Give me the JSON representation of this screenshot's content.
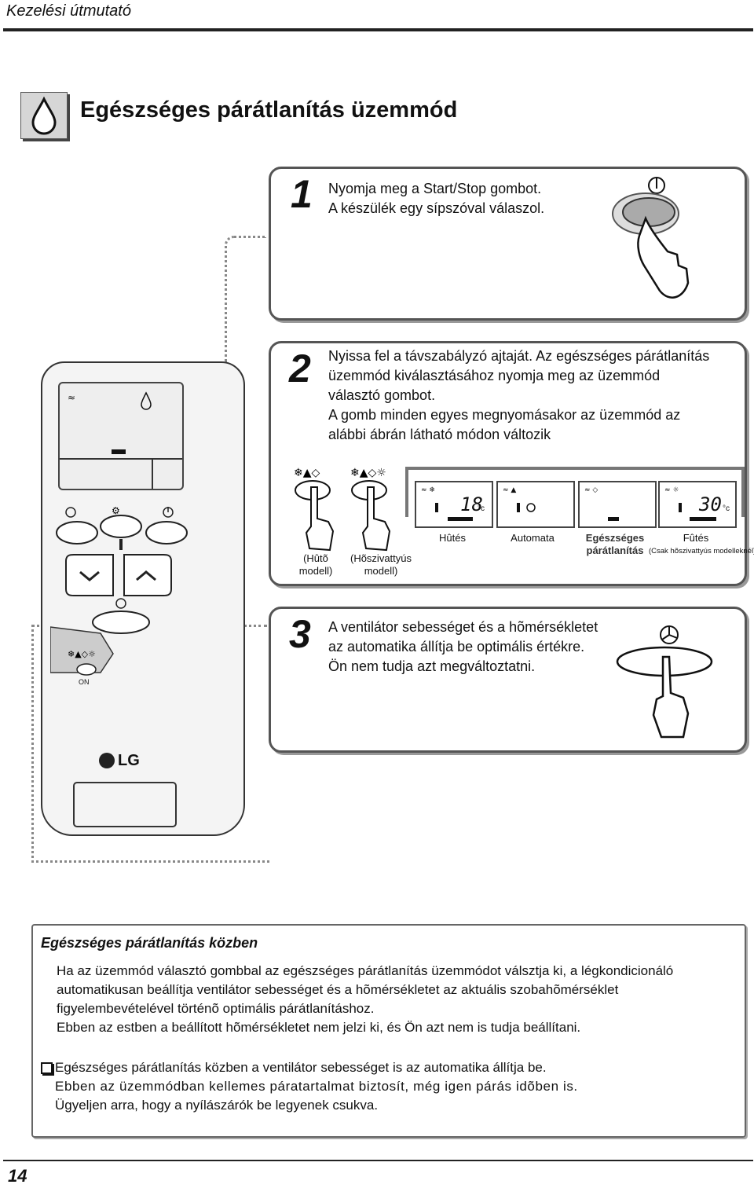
{
  "header": {
    "title": "Kezelési útmutató"
  },
  "section": {
    "title": "Egészséges párátlanítás üzemmód"
  },
  "step1": {
    "number": "1",
    "line1": "Nyomja meg a Start/Stop gombot.",
    "line2": "A készülék egy sípszóval válaszol."
  },
  "step2": {
    "number": "2",
    "line1": "Nyissa fel a távszabályzó ajtaját. Az  egészséges párátlanítás",
    "line2": "üzemmód kiválasztásához nyomja meg az üzemmód",
    "line3": "választó gombot.",
    "line4": "A gomb minden egyes megnyomásakor az üzemmód az",
    "line5": "alábbi ábrán látható módon változik",
    "model_cool": "(Hûtõ\nmodell)",
    "model_heatpump": "(Hõszivattyús\nmodell)",
    "modes": [
      {
        "label": "Hûtés",
        "temp": "18",
        "unit": "°c"
      },
      {
        "label": "Automata"
      },
      {
        "label": "Egészséges\npárátlanítás"
      },
      {
        "label": "Fûtés",
        "sublabel": "(Csak hõszivattyús modelleknél)",
        "temp": "30",
        "unit": "°c"
      }
    ]
  },
  "step3": {
    "number": "3",
    "line1": "A ventilátor sebességet és a hõmérsékletet",
    "line2": "az automatika állítja be optimális értékre.",
    "line3": "Ön nem tudja azt megváltoztatni."
  },
  "remote": {
    "brand": "LG",
    "on_label": "ON"
  },
  "note": {
    "title": "Egészséges párátlanítás közben",
    "p1_l1": "Ha az üzemmód választó gombbal az egészséges párátlanítás üzemmódot válsztja ki, a légkondicionáló",
    "p1_l2": "automatikusan beállítja ventilátor sebességet és a hõmérsékletet az aktuális szobahõmérséklet",
    "p1_l3": "figyelembevételével történõ optimális párátlanításhoz.",
    "p1_l4": "Ebben az estben a beállított hõmérsékletet nem jelzi ki, és Ön azt nem is tudja beállítani.",
    "b_l1": "Egészséges párátlanítás közben a ventilátor sebességet is az automatika állítja be.",
    "b_l2": "Ebben az üzemmódban kellemes páratartalmat biztosít, még igen párás idõben is.",
    "b_l3": "Ügyeljen arra, hogy a nyílászárók be legyenek csukva."
  },
  "footer": {
    "page_number": "14"
  }
}
